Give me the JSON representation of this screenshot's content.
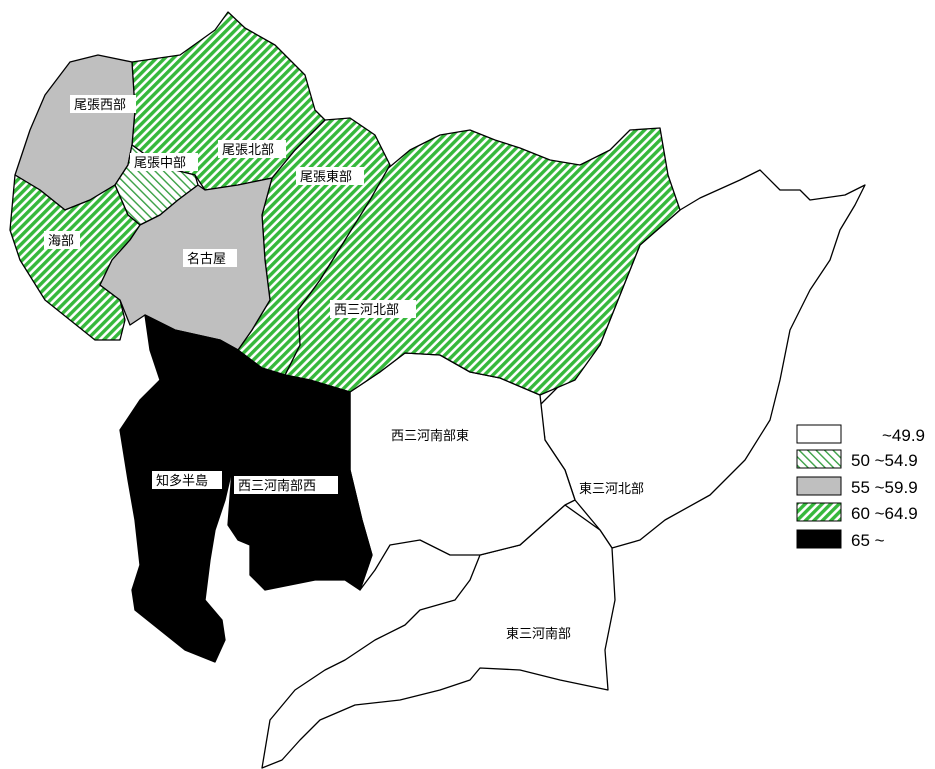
{
  "colors": {
    "c50": "#ffffff",
    "c55": "#cfe6cf",
    "c59": "#bfbfbf",
    "c64": "#36b83c",
    "c65": "#000000",
    "border": "#000000"
  },
  "regions": {
    "owari_seibu": "尾張西部",
    "owari_chubu": "尾張中部",
    "owari_hokubu": "尾張北部",
    "owari_tobu": "尾張東部",
    "ama": "海部",
    "nagoya": "名古屋",
    "nishimikawa_hokubu": "西三河北部",
    "nishimikawa_nanbu_higashi": "西三河南部東",
    "nishimikawa_nanbu_nishi": "西三河南部西",
    "chita_hanto": "知多半島",
    "higashimikawa_hokubu": "東三河北部",
    "higashimikawa_nanbu": "東三河南部"
  },
  "legend": [
    {
      "label": "~49.9",
      "pattern": "white"
    },
    {
      "label": "50 ~54.9",
      "pattern": "light-hatch"
    },
    {
      "label": "55 ~59.9",
      "pattern": "gray"
    },
    {
      "label": "60 ~64.9",
      "pattern": "green-hatch"
    },
    {
      "label": "65 ~",
      "pattern": "black"
    }
  ]
}
